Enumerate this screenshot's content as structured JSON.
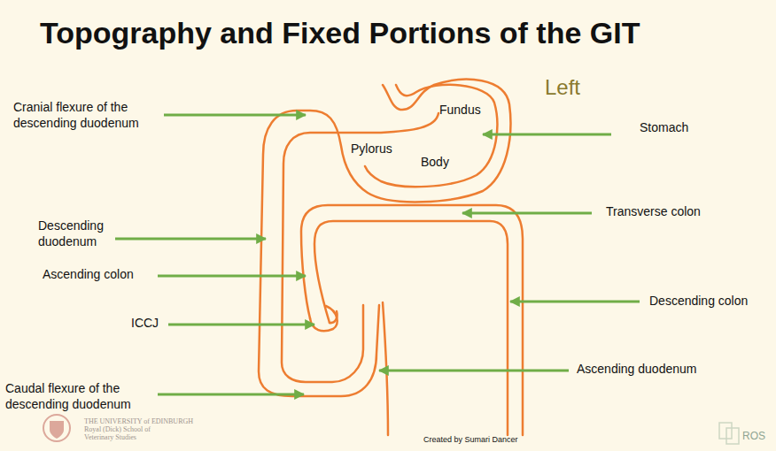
{
  "diagram": {
    "title": "Topography and Fixed Portions of the GIT",
    "labels": [
      "Left",
      "Fundus",
      "Pylorus",
      "Body",
      "Stomach",
      "Cranial flexure of the descending duodenum",
      "Descending duodenum",
      "Transverse colon",
      "Ascending colon",
      "Descending colon",
      "ICCJ",
      "Ascending duodenum",
      "Caudal flexure of the descending duodenum",
      "Created by Sumari Dancer",
      "THE UNIVERSITY of EDINBURGH",
      "Royal (Dick) School of",
      "Veterinary Studies",
      "ROS"
    ]
  }
}
